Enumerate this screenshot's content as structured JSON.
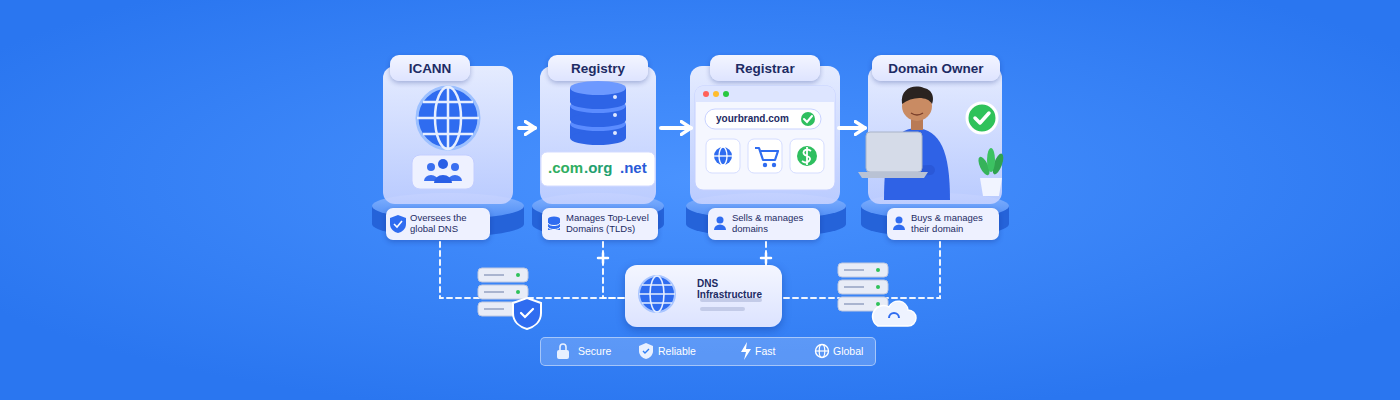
{
  "diagram": {
    "nodes": [
      {
        "text": [
          "ICANN",
          "Oversees the global DNS"
        ]
      },
      {
        "text": [
          "Registry",
          "Manages Top-Level Domains (TLDs)"
        ]
      },
      {
        "text": [
          "Registrar",
          "Sells & manages domains"
        ]
      },
      {
        "text": [
          "Domain Owner",
          "Buys & manages their domain"
        ]
      },
      {
        "text": [
          "DNS Infrastructure"
        ]
      },
      {
        "text": [
          "Secure",
          "Reliable",
          "Fast",
          "Global"
        ]
      }
    ],
    "edges": [
      {
        "from": 0,
        "to": 1,
        "arrow": "to"
      },
      {
        "from": 1,
        "to": 2,
        "arrow": "to"
      },
      {
        "from": 2,
        "to": 3,
        "arrow": "to"
      },
      {
        "from": 0,
        "to": 4,
        "arrow": "none"
      },
      {
        "from": 1,
        "to": 4,
        "arrow": "none"
      },
      {
        "from": 2,
        "to": 4,
        "arrow": "none"
      },
      {
        "from": 3,
        "to": 4,
        "arrow": "none"
      }
    ],
    "labels": [
      ".com",
      ".org",
      ".net",
      "yourbrand.com"
    ]
  }
}
